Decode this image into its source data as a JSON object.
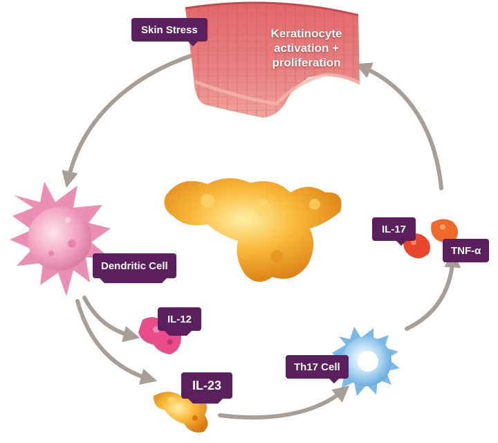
{
  "labels": {
    "skin_stress": "Skin Stress",
    "keratinocyte": [
      "Keratinocyte",
      "activation +",
      "proliferation"
    ],
    "dendritic_cell": "Dendritic Cell",
    "il12": "IL-12",
    "il23": "IL-23",
    "th17_cell": "Th17 Cell",
    "il17": "IL-17",
    "tnf_alpha": "TNF-α"
  },
  "colors": {
    "label_bg": "#5a1f5c",
    "label_text": "#ffffff",
    "arrow": "#a79e97",
    "skin": "#e06a6c",
    "dendritic_cell": "#f2a6c2",
    "il12": "#e84d8a",
    "il23": "#f3a53b",
    "central_protein": "#f6a623",
    "th17_cell": "#8fc9ef",
    "il17": "#e8472c",
    "tnf_alpha": "#ef6a2a"
  }
}
